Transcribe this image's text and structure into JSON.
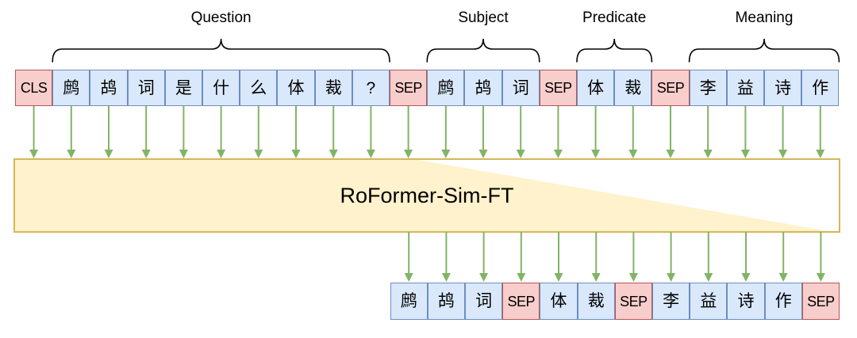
{
  "model": {
    "label": "RoFormer-Sim-FT"
  },
  "segments": [
    {
      "label": "Question",
      "from": 1,
      "to": 9
    },
    {
      "label": "Subject",
      "from": 11,
      "to": 13
    },
    {
      "label": "Predicate",
      "from": 15,
      "to": 16
    },
    {
      "label": "Meaning",
      "from": 18,
      "to": 21
    }
  ],
  "input_tokens": [
    {
      "text": "CLS",
      "special": true
    },
    {
      "text": "鹧",
      "special": false
    },
    {
      "text": "鸪",
      "special": false
    },
    {
      "text": "词",
      "special": false
    },
    {
      "text": "是",
      "special": false
    },
    {
      "text": "什",
      "special": false
    },
    {
      "text": "么",
      "special": false
    },
    {
      "text": "体",
      "special": false
    },
    {
      "text": "裁",
      "special": false
    },
    {
      "text": "?",
      "special": false
    },
    {
      "text": "SEP",
      "special": true
    },
    {
      "text": "鹧",
      "special": false
    },
    {
      "text": "鸪",
      "special": false
    },
    {
      "text": "词",
      "special": false
    },
    {
      "text": "SEP",
      "special": true
    },
    {
      "text": "体",
      "special": false
    },
    {
      "text": "裁",
      "special": false
    },
    {
      "text": "SEP",
      "special": true
    },
    {
      "text": "李",
      "special": false
    },
    {
      "text": "益",
      "special": false
    },
    {
      "text": "诗",
      "special": false
    },
    {
      "text": "作",
      "special": false
    }
  ],
  "output_tokens": [
    {
      "text": "鹧",
      "special": false
    },
    {
      "text": "鸪",
      "special": false
    },
    {
      "text": "词",
      "special": false
    },
    {
      "text": "SEP",
      "special": true
    },
    {
      "text": "体",
      "special": false
    },
    {
      "text": "裁",
      "special": false
    },
    {
      "text": "SEP",
      "special": true
    },
    {
      "text": "李",
      "special": false
    },
    {
      "text": "益",
      "special": false
    },
    {
      "text": "诗",
      "special": false
    },
    {
      "text": "作",
      "special": false
    },
    {
      "text": "SEP",
      "special": true
    }
  ],
  "colors": {
    "token_fill": "#DAE8FC",
    "token_border": "#6C8EBF",
    "special_fill": "#F8CECC",
    "special_border": "#B85450",
    "model_fill": "#FFF2CC",
    "model_border": "#D6B656",
    "model_inner": "#FFFFFF",
    "arrow": "#82B366",
    "brace": "#000000",
    "text": "#000000"
  }
}
